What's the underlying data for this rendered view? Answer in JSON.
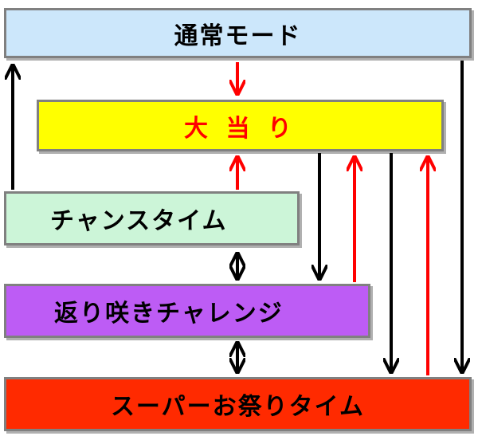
{
  "nodes": {
    "normal_mode": {
      "label": "通常モード",
      "color": "#cce7fb"
    },
    "jackpot": {
      "label": "大 当 り",
      "color": "#ffff00",
      "text_color": "#ff0000"
    },
    "chance_time": {
      "label": "チャンスタイム",
      "color": "#ccf5d8"
    },
    "comeback_challenge": {
      "label": "返り咲きチャレンジ",
      "color": "#bd5cf5"
    },
    "super_festival_time": {
      "label": "スーパーお祭りタイム",
      "color": "#ff2a00"
    }
  },
  "edges": [
    {
      "from": "normal_mode",
      "to": "jackpot",
      "color": "#ff0000"
    },
    {
      "from": "chance_time",
      "to": "jackpot",
      "color": "#ff0000"
    },
    {
      "from": "chance_time",
      "to": "normal_mode",
      "color": "#000000"
    },
    {
      "from": "chance_time",
      "to": "comeback_challenge",
      "color": "#000000",
      "bidirectional": true
    },
    {
      "from": "comeback_challenge",
      "to": "super_festival_time",
      "color": "#000000",
      "bidirectional": true
    },
    {
      "from": "jackpot",
      "to": "comeback_challenge",
      "color": "#000000"
    },
    {
      "from": "comeback_challenge",
      "to": "jackpot",
      "color": "#ff0000"
    },
    {
      "from": "jackpot",
      "to": "super_festival_time",
      "color": "#000000"
    },
    {
      "from": "super_festival_time",
      "to": "jackpot",
      "color": "#ff0000"
    },
    {
      "from": "normal_mode",
      "to": "super_festival_time",
      "color": "#000000"
    }
  ]
}
